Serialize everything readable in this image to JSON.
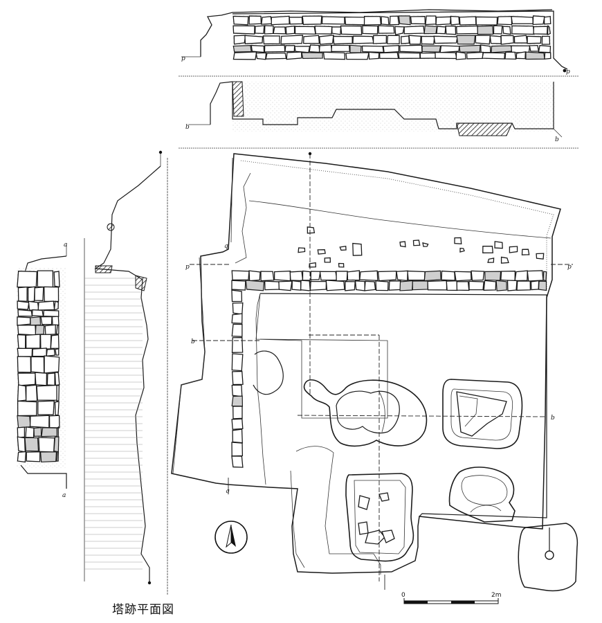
{
  "figure": {
    "caption": "塔跡平面図",
    "scale_bar": {
      "start_label": "0",
      "end_label": "2m"
    },
    "section_markers": {
      "p": "p",
      "b": "b",
      "a": "a",
      "q": "q"
    },
    "north_arrow": "north-arrow-icon"
  }
}
